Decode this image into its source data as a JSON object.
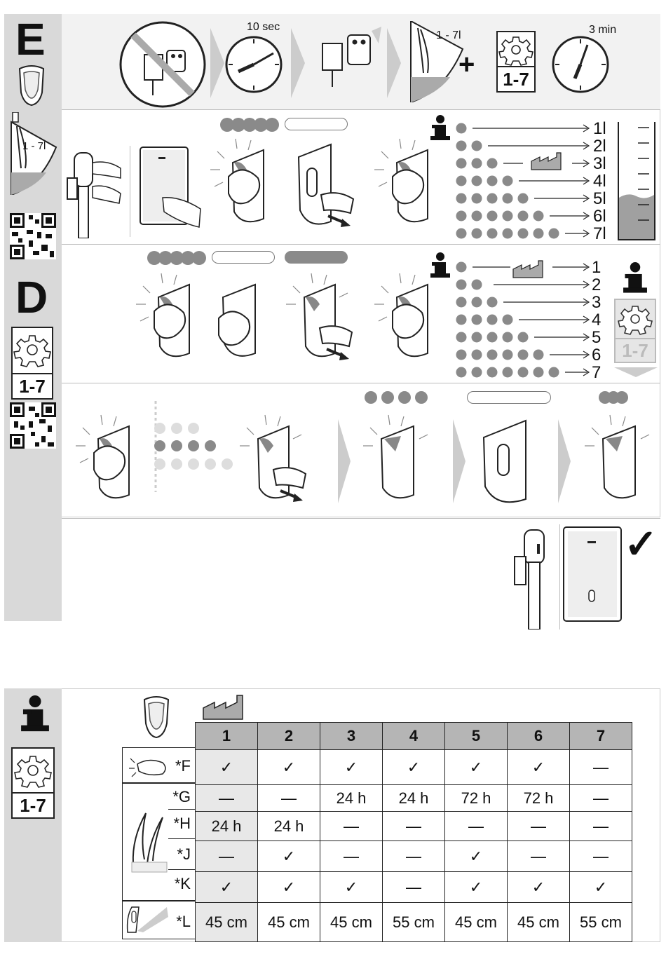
{
  "sections": {
    "E": {
      "letter": "E",
      "timer1_label": "10 sec",
      "volume_label": "1 - 7l",
      "plus": "+",
      "gear_range": "1-7",
      "timer2_label": "3 min"
    },
    "side_volume_label": "1 - 7l",
    "D": {
      "letter": "D",
      "gear_range": "1-7"
    },
    "volume_list_1": [
      "1l",
      "2l",
      "3l",
      "4l",
      "5l",
      "6l",
      "7l"
    ],
    "volume_list_2": [
      "1",
      "2",
      "3",
      "4",
      "5",
      "6",
      "7"
    ],
    "info_gear_range": "1-7",
    "done_check": "✓"
  },
  "table_section": {
    "gear_range": "1-7",
    "headers": [
      "1",
      "2",
      "3",
      "4",
      "5",
      "6",
      "7"
    ],
    "rows": [
      {
        "label": "*F",
        "cells": [
          "✓",
          "✓",
          "✓",
          "✓",
          "✓",
          "✓",
          "—"
        ]
      },
      {
        "label": "*G",
        "cells": [
          "—",
          "—",
          "24 h",
          "24 h",
          "72 h",
          "72 h",
          "—"
        ]
      },
      {
        "label": "*H",
        "cells": [
          "24 h",
          "24 h",
          "—",
          "—",
          "—",
          "—",
          "—"
        ]
      },
      {
        "label": "*J",
        "cells": [
          "—",
          "✓",
          "—",
          "—",
          "✓",
          "—",
          "—"
        ]
      },
      {
        "label": "*K",
        "cells": [
          "✓",
          "✓",
          "✓",
          "—",
          "✓",
          "✓",
          "✓"
        ]
      },
      {
        "label": "*L",
        "cells": [
          "45 cm",
          "45 cm",
          "45 cm",
          "55 cm",
          "45 cm",
          "45 cm",
          "55 cm"
        ]
      }
    ]
  },
  "colors": {
    "sidebar": "#d9d9d9",
    "dot": "#8a8a8a",
    "header_bg": "#b5b5b5",
    "col1_bg": "#e8e8e8"
  }
}
